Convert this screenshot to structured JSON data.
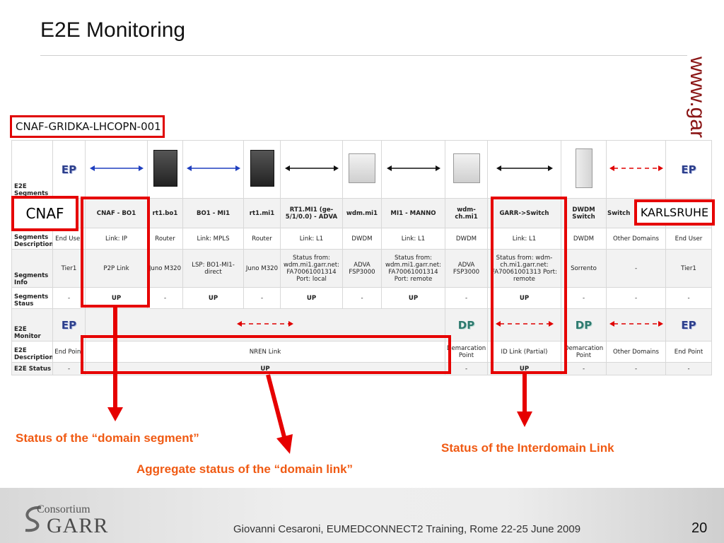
{
  "slide": {
    "title": "E2E Monitoring",
    "brand_vertical": "www.gar",
    "connection_id": "CNAF-GRIDKA-LHCOPN-001",
    "footer_consortium": "Consortium",
    "footer_garr": "GARR",
    "footer_text": "Giovanni Cesaroni, EUMEDCONNECT2 Training, Rome 22-25 June 2009",
    "page_number": "20"
  },
  "colors": {
    "red": "#e60000",
    "orange": "#f05a13",
    "arrow_blue": "#1f3fbf"
  },
  "labels": {
    "cnaf": "CNAF",
    "karlsruhe": "KARLSRUHE",
    "ep": "EP",
    "dp": "DP",
    "note_domain_segment": "Status of the “domain segment”",
    "note_interdomain": "Status of the Interdomain Link",
    "note_domain_link": "Aggregate status of the “domain link”"
  },
  "row_headers": {
    "e2e_segments": "E2E Segments",
    "segments_description": "Segments Description",
    "segments_info": "Segments Info",
    "segments_status": "Segments Staus",
    "e2e_monitor": "E2E Monitor",
    "e2e_description": "E2E Description",
    "e2e_status": "E2E Status"
  },
  "nodes": [
    "CNAF - BO1",
    "rt1.bo1",
    "BO1 - MI1",
    "rt1.mi1",
    "RT1.MI1 (ge-5/1/0.0) - ADVA",
    "wdm.mi1",
    "MI1 - MANNO",
    "wdm-ch.mi1",
    "GARR->Switch",
    "DWDM Switch",
    "Switch"
  ],
  "descriptions": [
    "End User",
    "Link: IP",
    "Router",
    "Link: MPLS",
    "Router",
    "Link: L1",
    "DWDM",
    "Link: L1",
    "DWDM",
    "Link: L1",
    "DWDM",
    "Other Domains",
    "End User"
  ],
  "infos": [
    "Tier1",
    "P2P Link",
    "Juno M320",
    "LSP: BO1-MI1-direct",
    "Juno M320",
    "Status from: wdm.mi1.garr.net: FA70061001314 Port: local",
    "ADVA FSP3000",
    "Status from: wdm.mi1.garr.net: FA70061001314 Port: remote",
    "ADVA FSP3000",
    "Status from: wdm-ch.mi1.garr.net: FA70061001313 Port: remote",
    "Sorrento",
    "-",
    "Tier1"
  ],
  "statuses": [
    "-",
    "UP",
    "-",
    "UP",
    "-",
    "UP",
    "-",
    "UP",
    "-",
    "UP",
    "-",
    "-",
    "-"
  ],
  "e2e_descriptions": {
    "end_point_left": "End Point",
    "nren_link": "NREN Link",
    "demarcation_point_left": "Demarcation Point",
    "id_link": "ID Link (Partial)",
    "demarcation_point_right": "Demarcation Point",
    "other_domains": "Other Domains",
    "end_point_right": "End Point"
  },
  "e2e_status": {
    "left": "-",
    "nren": "UP",
    "dp_left": "-",
    "id_link": "UP",
    "dp_right": "-",
    "other": "-",
    "right": "-"
  }
}
